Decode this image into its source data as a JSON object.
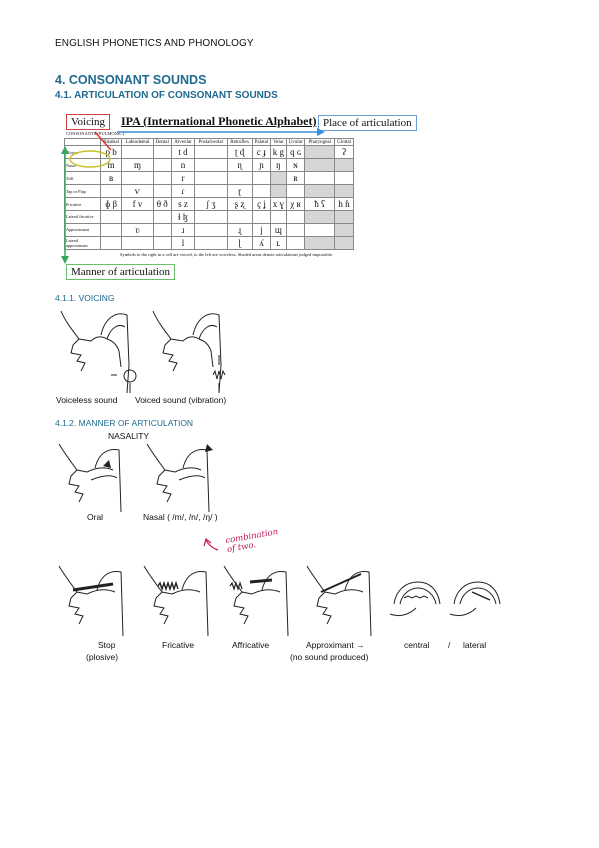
{
  "header": "ENGLISH PHONETICS AND PHONOLOGY",
  "section": "4.  CONSONANT SOUNDS",
  "subsection": "4.1.      ARTICULATION OF CONSONANT SOUNDS",
  "chart": {
    "voicing_label": "Voicing",
    "title": "IPA (International Phonetic Alphabet)",
    "place_label": "Place of articulation",
    "manner_label": "Manner of articulation",
    "table_caption": "CONSONANTS (PULMONIC)",
    "footnote": "Symbols to the right in a cell are voiced, to the left are voiceless. Shaded areas denote articulations judged impossible.",
    "columns": [
      "",
      "Bilabial",
      "Labiodental",
      "Dental",
      "Alveolar",
      "Postalveolar",
      "Retroflex",
      "Palatal",
      "Velar",
      "Uvular",
      "Pharyngeal",
      "Glottal"
    ],
    "rows": [
      [
        "Plosive",
        "p  b",
        "",
        "",
        "t  d",
        "",
        "ʈ  ɖ",
        "c  ɟ",
        "k  g",
        "q  ɢ",
        "",
        "ʔ"
      ],
      [
        "Nasal",
        "m",
        "ɱ",
        "",
        "n",
        "",
        "ɳ",
        "ɲ",
        "ŋ",
        "ɴ",
        "",
        ""
      ],
      [
        "Trill",
        "ʙ",
        "",
        "",
        "r",
        "",
        "",
        "",
        "",
        "ʀ",
        "",
        ""
      ],
      [
        "Tap or Flap",
        "",
        "ⱱ",
        "",
        "ɾ",
        "",
        "ɽ",
        "",
        "",
        "",
        "",
        ""
      ],
      [
        "Fricative",
        "ɸ  β",
        "f  v",
        "θ  ð",
        "s  z",
        "ʃ  ʒ",
        "ʂ  ʐ",
        "ç  ʝ",
        "x  ɣ",
        "χ  ʁ",
        "ħ  ʕ",
        "h  ɦ"
      ],
      [
        "Lateral fricative",
        "",
        "",
        "",
        "ɬ  ɮ",
        "",
        "",
        "",
        "",
        "",
        "",
        ""
      ],
      [
        "Approximant",
        "",
        "ʋ",
        "",
        "ɹ",
        "",
        "ɻ",
        "j",
        "ɰ",
        "",
        "",
        ""
      ],
      [
        "Lateral approximant",
        "",
        "",
        "",
        "l",
        "",
        "ɭ",
        "ʎ",
        "ʟ",
        "",
        "",
        ""
      ]
    ]
  },
  "voicing": {
    "heading": "4.1.1.   VOICING",
    "captions": [
      "Voiceless sound",
      "Voiced sound (vibration)"
    ]
  },
  "manner": {
    "heading": "4.1.2.   MANNER OF ARTICULATION",
    "nasality_label": "NASALITY",
    "nasality_captions": [
      "Oral",
      "Nasal ( /m/, /n/, /ŋ/ )"
    ],
    "handwritten_note": "combination of two.",
    "stop_caption": [
      "Stop",
      "(plosive)"
    ],
    "fricative_caption": "Fricative",
    "affricative_caption": "Affricative",
    "approximant_caption": [
      "Approximant →",
      "(no sound produced)"
    ],
    "central_caption": "central",
    "slash": "/",
    "lateral_caption": "lateral"
  }
}
